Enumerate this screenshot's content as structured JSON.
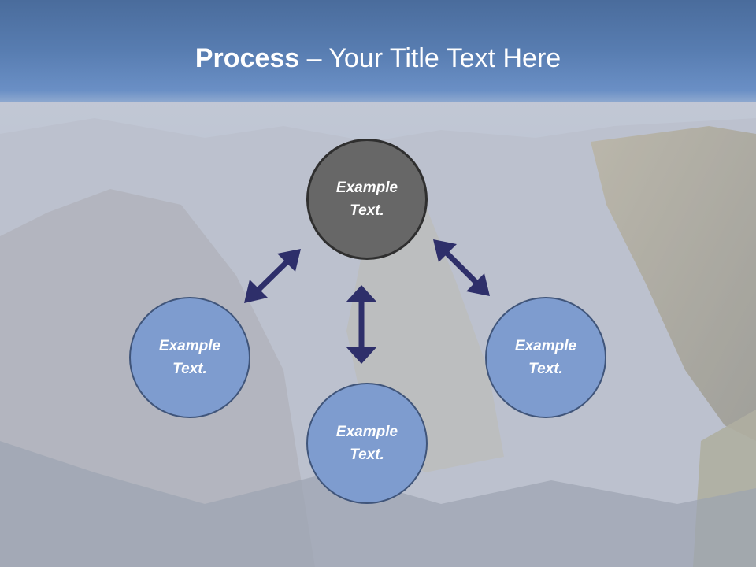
{
  "slide": {
    "title_bold": "Process",
    "title_rest": " – Your Title Text Here"
  },
  "diagram": {
    "nodes": [
      {
        "id": "top",
        "label": "Example Text.",
        "fill": "#676767"
      },
      {
        "id": "left",
        "label": "Example Text.",
        "fill": "#7e9ccf"
      },
      {
        "id": "bottom",
        "label": "Example Text.",
        "fill": "#7e9ccf"
      },
      {
        "id": "right",
        "label": "Example Text.",
        "fill": "#7e9ccf"
      }
    ],
    "connectors": [
      {
        "from": "top",
        "to": "left",
        "style": "double-arrow"
      },
      {
        "from": "top",
        "to": "bottom",
        "style": "double-arrow"
      },
      {
        "from": "top",
        "to": "right",
        "style": "double-arrow"
      }
    ]
  },
  "colors": {
    "header": "#587db1",
    "arrow": "#2e2f6a",
    "dark_node": "#676767",
    "light_node": "#7e9ccf"
  }
}
